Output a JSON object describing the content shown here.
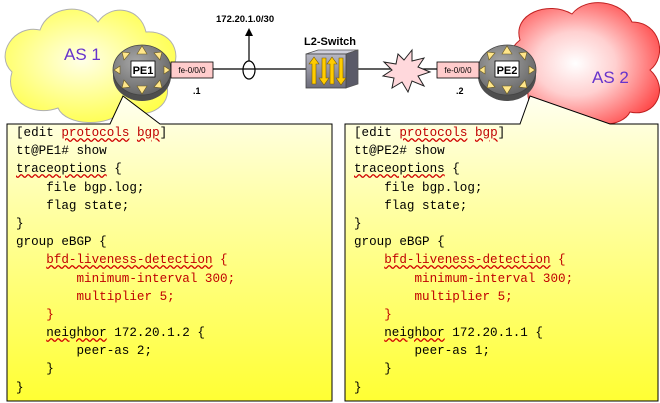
{
  "network": {
    "subnet": "172.20.1.0/30",
    "switch_label": "L2-Switch",
    "left": {
      "as_label": "AS 1",
      "router": "PE1",
      "interface": "fe-0/0/0",
      "host": ".1"
    },
    "right": {
      "as_label": "AS 2",
      "router": "PE2",
      "interface": "fe-0/0/0",
      "host": ".2"
    }
  },
  "configs": [
    {
      "lines": {
        "l0": {
          "a": "[edit ",
          "b": "protocols",
          "c": " ",
          "d": "bgp",
          "e": "]"
        },
        "l1": "tt@PE1# show",
        "l2": {
          "a": "traceoptions",
          "b": " {"
        },
        "l3": "    file bgp.log;",
        "l4": "    flag state;",
        "l5": "}",
        "l6": "group eBGP {",
        "l7": {
          "a": "    ",
          "b": "bfd-liveness-detection",
          "c": " {"
        },
        "l8": "        minimum-interval 300;",
        "l9": "        multiplier 5;",
        "l10": "    }",
        "l11": {
          "a": "    ",
          "b": "neighbor",
          "c": " 172.20.1.2 {"
        },
        "l12": "        peer-as 2;",
        "l13": "    }",
        "l14": "}"
      }
    },
    {
      "lines": {
        "l0": {
          "a": "[edit ",
          "b": "protocols",
          "c": " ",
          "d": "bgp",
          "e": "]"
        },
        "l1": "tt@PE2# show",
        "l2": {
          "a": "traceoptions",
          "b": " {"
        },
        "l3": "    file bgp.log;",
        "l4": "    flag state;",
        "l5": "}",
        "l6": "group eBGP {",
        "l7": {
          "a": "    ",
          "b": "bfd-liveness-detection",
          "c": " {"
        },
        "l8": "        minimum-interval 300;",
        "l9": "        multiplier 5;",
        "l10": "    }",
        "l11": {
          "a": "    ",
          "b": "neighbor",
          "c": " 172.20.1.1 {"
        },
        "l12": "        peer-as 1;",
        "l13": "    }",
        "l14": "}"
      }
    }
  ],
  "colors": {
    "callout_fill_top": "#fffff0",
    "callout_fill_bottom": "#ffff33",
    "as1_cloud": "#ffff66",
    "as2_cloud": "#ff3333",
    "as_text": "#6633cc",
    "config_red": "#c00000",
    "interface_box": "#ffcccc",
    "router_body": "#7f7f7f",
    "switch_body": "#8a8a9a",
    "switch_arrows": "#ffcc00"
  },
  "icons": {
    "router": "router-icon",
    "switch": "switch-icon",
    "link_failure": "explosion-icon",
    "uplink": "arrow-up-icon"
  }
}
